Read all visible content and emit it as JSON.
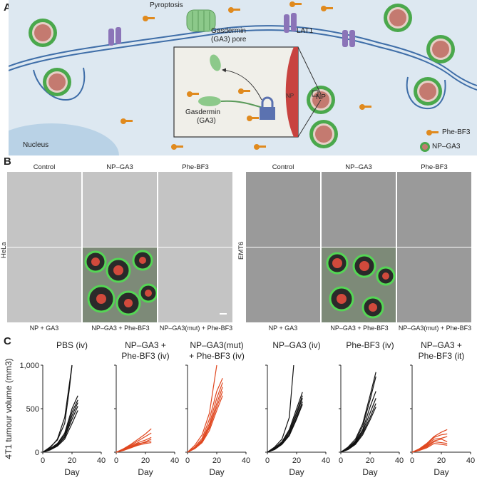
{
  "panel_a": {
    "letter": "A",
    "labels": {
      "pyroptosis": "Pyroptosis",
      "gasdermin_pore": "Gasdermin",
      "gasdermin_pore_2": "(GA3) pore",
      "lat1": "LAT1",
      "np_inset": "NP",
      "np_outer": "NP",
      "gasdermin_inset": "Gasdermin",
      "gasdermin_inset_2": "(GA3)",
      "nucleus": "Nucleus",
      "legend_phe": "Phe-BF3",
      "legend_np": "NP–GA3"
    },
    "colors": {
      "background": "#dde8f1",
      "membrane": "#3f6ea8",
      "nucleus": "#b9d2e6",
      "gasdermin": "#8cc98a",
      "lat1": "#8b74b8",
      "np_core": "#c47a70",
      "np_corona": "#4aa84c",
      "key": "#e08a1e",
      "lock": "#5b72b0",
      "np_disc": "#c8433f"
    }
  },
  "panel_b": {
    "letter": "B",
    "left_columns": [
      "Control",
      "NP–GA3",
      "Phe-BF3"
    ],
    "right_columns": [
      "Control",
      "NP–GA3",
      "Phe-BF3"
    ],
    "left_row_label": "HeLa",
    "right_row_label": "EMT6",
    "left_bottom": [
      "NP + GA3",
      "NP–GA3 + Phe-BF3",
      "NP–GA3(mut) + Phe-BF3"
    ],
    "right_bottom": [
      "NP + GA3",
      "NP–GA3 + Phe-BF3",
      "NP–GA3(mut) + Phe-BF3"
    ]
  },
  "panel_c": {
    "letter": "C",
    "y_axis_title": "4T1 tumour volume (mm3)",
    "x_axis_title": "Day",
    "y_ticks": [
      "0",
      "500",
      "1,000"
    ],
    "x_ticks": [
      "0",
      "20",
      "40"
    ]
  },
  "chart_data": [
    {
      "type": "line",
      "title": "PBS (iv)",
      "color": "#111111",
      "xlim": [
        0,
        40
      ],
      "ylim": [
        0,
        1000
      ],
      "series": [
        {
          "x": [
            0,
            5,
            10,
            15,
            18,
            20
          ],
          "y": [
            0,
            60,
            140,
            330,
            700,
            1000
          ]
        },
        {
          "x": [
            0,
            5,
            10,
            15,
            20
          ],
          "y": [
            0,
            50,
            150,
            400,
            1000
          ]
        },
        {
          "x": [
            0,
            5,
            10,
            15,
            20,
            24
          ],
          "y": [
            0,
            40,
            100,
            220,
            500,
            650
          ]
        },
        {
          "x": [
            0,
            5,
            10,
            15,
            20,
            24
          ],
          "y": [
            0,
            35,
            90,
            200,
            460,
            600
          ]
        },
        {
          "x": [
            0,
            5,
            10,
            15,
            20,
            24
          ],
          "y": [
            0,
            30,
            80,
            170,
            380,
            530
          ]
        },
        {
          "x": [
            0,
            5,
            10,
            15,
            20,
            24
          ],
          "y": [
            0,
            25,
            70,
            150,
            330,
            480
          ]
        },
        {
          "x": [
            0,
            5,
            10,
            15,
            20,
            24
          ],
          "y": [
            0,
            30,
            75,
            180,
            420,
            570
          ]
        }
      ]
    },
    {
      "type": "line",
      "title": "NP–GA3 + Phe-BF3 (iv)",
      "color": "#e0471f",
      "xlim": [
        0,
        40
      ],
      "ylim": [
        0,
        1000
      ],
      "series": [
        {
          "x": [
            0,
            5,
            10,
            15,
            20,
            24
          ],
          "y": [
            0,
            40,
            90,
            150,
            210,
            270
          ]
        },
        {
          "x": [
            0,
            5,
            10,
            15,
            20,
            24
          ],
          "y": [
            0,
            35,
            80,
            130,
            180,
            220
          ]
        },
        {
          "x": [
            0,
            5,
            10,
            15,
            20,
            24
          ],
          "y": [
            0,
            30,
            70,
            110,
            140,
            170
          ]
        },
        {
          "x": [
            0,
            5,
            10,
            15,
            20,
            24
          ],
          "y": [
            0,
            30,
            60,
            100,
            110,
            130
          ]
        },
        {
          "x": [
            0,
            5,
            10,
            15,
            20,
            24
          ],
          "y": [
            0,
            25,
            55,
            90,
            120,
            150
          ]
        },
        {
          "x": [
            0,
            5,
            10,
            15,
            20,
            24
          ],
          "y": [
            0,
            20,
            50,
            80,
            100,
            110
          ]
        }
      ]
    },
    {
      "type": "line",
      "title": "NP–GA3(mut) + Phe-BF3 (iv)",
      "color": "#e0471f",
      "xlim": [
        0,
        40
      ],
      "ylim": [
        0,
        1000
      ],
      "series": [
        {
          "x": [
            0,
            5,
            10,
            15,
            20
          ],
          "y": [
            0,
            80,
            200,
            450,
            1000
          ]
        },
        {
          "x": [
            0,
            5,
            10,
            15,
            20,
            24
          ],
          "y": [
            0,
            60,
            160,
            380,
            700,
            850
          ]
        },
        {
          "x": [
            0,
            5,
            10,
            15,
            20,
            24
          ],
          "y": [
            0,
            50,
            140,
            330,
            620,
            800
          ]
        },
        {
          "x": [
            0,
            5,
            10,
            15,
            20,
            24
          ],
          "y": [
            0,
            50,
            130,
            300,
            560,
            750
          ]
        },
        {
          "x": [
            0,
            5,
            10,
            15,
            20,
            24
          ],
          "y": [
            0,
            45,
            120,
            280,
            520,
            700
          ]
        },
        {
          "x": [
            0,
            5,
            10,
            15,
            20,
            24
          ],
          "y": [
            0,
            40,
            110,
            250,
            480,
            650
          ]
        }
      ]
    },
    {
      "type": "line",
      "title": "NP–GA3 (iv)",
      "color": "#111111",
      "xlim": [
        0,
        40
      ],
      "ylim": [
        0,
        1000
      ],
      "series": [
        {
          "x": [
            0,
            5,
            10,
            15,
            18
          ],
          "y": [
            0,
            60,
            150,
            400,
            1000
          ]
        },
        {
          "x": [
            0,
            5,
            10,
            15,
            20,
            24
          ],
          "y": [
            0,
            50,
            120,
            260,
            500,
            690
          ]
        },
        {
          "x": [
            0,
            5,
            10,
            15,
            20,
            24
          ],
          "y": [
            0,
            45,
            110,
            240,
            460,
            650
          ]
        },
        {
          "x": [
            0,
            5,
            10,
            15,
            20,
            24
          ],
          "y": [
            0,
            40,
            100,
            220,
            430,
            620
          ]
        },
        {
          "x": [
            0,
            5,
            10,
            15,
            20,
            24
          ],
          "y": [
            0,
            35,
            95,
            200,
            400,
            580
          ]
        },
        {
          "x": [
            0,
            5,
            10,
            15,
            20,
            24
          ],
          "y": [
            0,
            30,
            90,
            190,
            380,
            550
          ]
        }
      ]
    },
    {
      "type": "line",
      "title": "Phe-BF3 (iv)",
      "color": "#111111",
      "xlim": [
        0,
        40
      ],
      "ylim": [
        0,
        1000
      ],
      "series": [
        {
          "x": [
            0,
            5,
            10,
            15,
            20,
            24
          ],
          "y": [
            0,
            60,
            150,
            330,
            650,
            920
          ]
        },
        {
          "x": [
            0,
            5,
            10,
            15,
            20,
            24
          ],
          "y": [
            0,
            50,
            130,
            300,
            600,
            870
          ]
        },
        {
          "x": [
            0,
            5,
            10,
            15,
            20,
            24
          ],
          "y": [
            0,
            45,
            120,
            260,
            520,
            700
          ]
        },
        {
          "x": [
            0,
            5,
            10,
            15,
            20,
            24
          ],
          "y": [
            0,
            40,
            110,
            240,
            450,
            620
          ]
        },
        {
          "x": [
            0,
            5,
            10,
            15,
            20,
            24
          ],
          "y": [
            0,
            35,
            100,
            220,
            400,
            560
          ]
        },
        {
          "x": [
            0,
            5,
            10,
            15,
            20,
            24
          ],
          "y": [
            0,
            30,
            90,
            200,
            370,
            520
          ]
        }
      ]
    },
    {
      "type": "line",
      "title": "NP–GA3 + Phe-BF3 (it)",
      "color": "#e0471f",
      "xlim": [
        0,
        40
      ],
      "ylim": [
        0,
        1000
      ],
      "series": [
        {
          "x": [
            0,
            5,
            10,
            15,
            20,
            24
          ],
          "y": [
            0,
            40,
            100,
            180,
            230,
            260
          ]
        },
        {
          "x": [
            0,
            5,
            10,
            15,
            20,
            24
          ],
          "y": [
            0,
            35,
            90,
            170,
            200,
            210
          ]
        },
        {
          "x": [
            0,
            5,
            10,
            15,
            20,
            24
          ],
          "y": [
            0,
            30,
            80,
            150,
            160,
            180
          ]
        },
        {
          "x": [
            0,
            5,
            10,
            15,
            20,
            24
          ],
          "y": [
            0,
            30,
            70,
            130,
            150,
            120
          ]
        },
        {
          "x": [
            0,
            5,
            10,
            15,
            20,
            24
          ],
          "y": [
            0,
            25,
            60,
            120,
            110,
            100
          ]
        },
        {
          "x": [
            0,
            5,
            10,
            15,
            20,
            24
          ],
          "y": [
            0,
            20,
            50,
            100,
            90,
            80
          ]
        }
      ]
    }
  ]
}
